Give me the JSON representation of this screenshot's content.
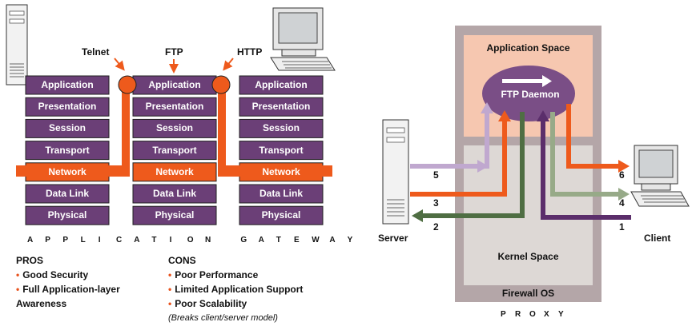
{
  "left": {
    "protocols": [
      "Telnet",
      "FTP",
      "HTTP"
    ],
    "layers": [
      "Application",
      "Presentation",
      "Session",
      "Transport",
      "Network",
      "Data Link",
      "Physical"
    ],
    "caption_letters": [
      "A",
      "P",
      "P",
      "L",
      "I",
      "C",
      "A",
      "T",
      "I",
      "O",
      "N",
      "G",
      "A",
      "T",
      "E",
      "W",
      "A",
      "Y"
    ],
    "pros": {
      "heading": "PROS",
      "items": [
        "Good Security",
        "Full Application-layer"
      ],
      "continuation": "Awareness"
    },
    "cons": {
      "heading": "CONS",
      "items": [
        "Poor Performance",
        "Limited Application Support",
        "Poor Scalability"
      ],
      "note": "(Breaks client/server model)"
    }
  },
  "right": {
    "application_space": "Application Space",
    "daemon": "FTP Daemon",
    "kernel_space": "Kernel Space",
    "firewall_os": "Firewall OS",
    "caption_letters": [
      "P",
      "R",
      "O",
      "X",
      "Y"
    ],
    "server": "Server",
    "client": "Client",
    "step_numbers": [
      "5",
      "3",
      "2",
      "6",
      "4",
      "1"
    ]
  },
  "colors": {
    "layer_box": "#6b3f77",
    "accent_orange": "#ee5a1c",
    "firewall_gray": "#b4a6a8",
    "app_space_peach": "#f6c7b0",
    "kernel_gray": "#ddd8d5",
    "daemon_purple": "#7a4e86",
    "arrow_lavender": "#c0a8cf",
    "arrow_green": "#4f6e43",
    "arrow_lightgreen": "#97aa88",
    "arrow_purple": "#5b2e6b"
  },
  "icons": [
    "server-tower-icon",
    "desktop-computer-icon"
  ]
}
